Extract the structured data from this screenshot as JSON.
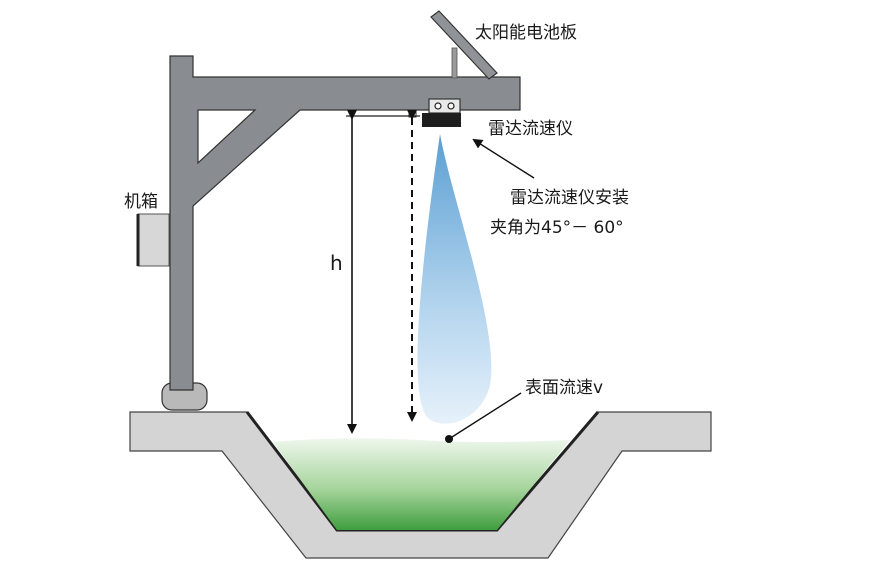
{
  "labels": {
    "solar_panel": "太阳能电池板",
    "radar_meter": "雷达流速仪",
    "install_line1": "雷达流速仪安装",
    "install_line2": "夹角为45°－ 60°",
    "control_box": "机箱",
    "height": "h",
    "surface_velocity": "表面流速v"
  },
  "colors": {
    "frame": "#8a8e92",
    "frame_stroke": "#3c3c3c",
    "ground": "#d3d3d3",
    "water_top": "#e6f3e2",
    "water_bottom": "#4aa54a",
    "beam_top": "#6aa6d6",
    "beam_bottom": "#e3f0fa"
  }
}
